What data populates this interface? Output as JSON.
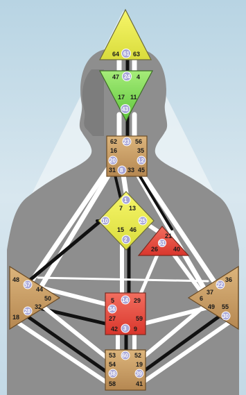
{
  "colors": {
    "background": "#cfe0ea",
    "silhouette": "#8f8f8f",
    "head_center": "#e8ec62",
    "ajna_center": "#7fd85a",
    "throat_center": "#c9a26a",
    "g_center": "#eff25e",
    "heart_center": "#e65c4e",
    "sacral_center": "#e23b32",
    "solar_plexus": "#c9a26a",
    "spleen": "#c9a26a",
    "root": "#c9a26a",
    "gate_circle": "#a9a7d8",
    "channel_active": "#111111",
    "channel_open": "#ffffff"
  },
  "centers": {
    "head": {
      "gates": [
        "64",
        "61",
        "63"
      ]
    },
    "ajna": {
      "gates": [
        "47",
        "24",
        "4",
        "17",
        "11",
        "43"
      ]
    },
    "throat": {
      "gates": [
        "62",
        "23",
        "56",
        "16",
        "35",
        "20",
        "12",
        "31",
        "8",
        "33",
        "45"
      ]
    },
    "g": {
      "gates": [
        "1",
        "7",
        "13",
        "10",
        "25",
        "15",
        "46",
        "2"
      ]
    },
    "heart": {
      "gates": [
        "21",
        "51",
        "26",
        "40"
      ]
    },
    "spleen": {
      "gates": [
        "48",
        "57",
        "44",
        "50",
        "32",
        "28",
        "18"
      ]
    },
    "solar": {
      "gates": [
        "36",
        "22",
        "6",
        "37",
        "49",
        "55",
        "30"
      ]
    },
    "sacral": {
      "gates": [
        "5",
        "14",
        "29",
        "34",
        "27",
        "59",
        "42",
        "3",
        "9"
      ]
    },
    "root": {
      "gates": [
        "53",
        "60",
        "52",
        "54",
        "19",
        "38",
        "39",
        "58",
        "41"
      ]
    }
  }
}
